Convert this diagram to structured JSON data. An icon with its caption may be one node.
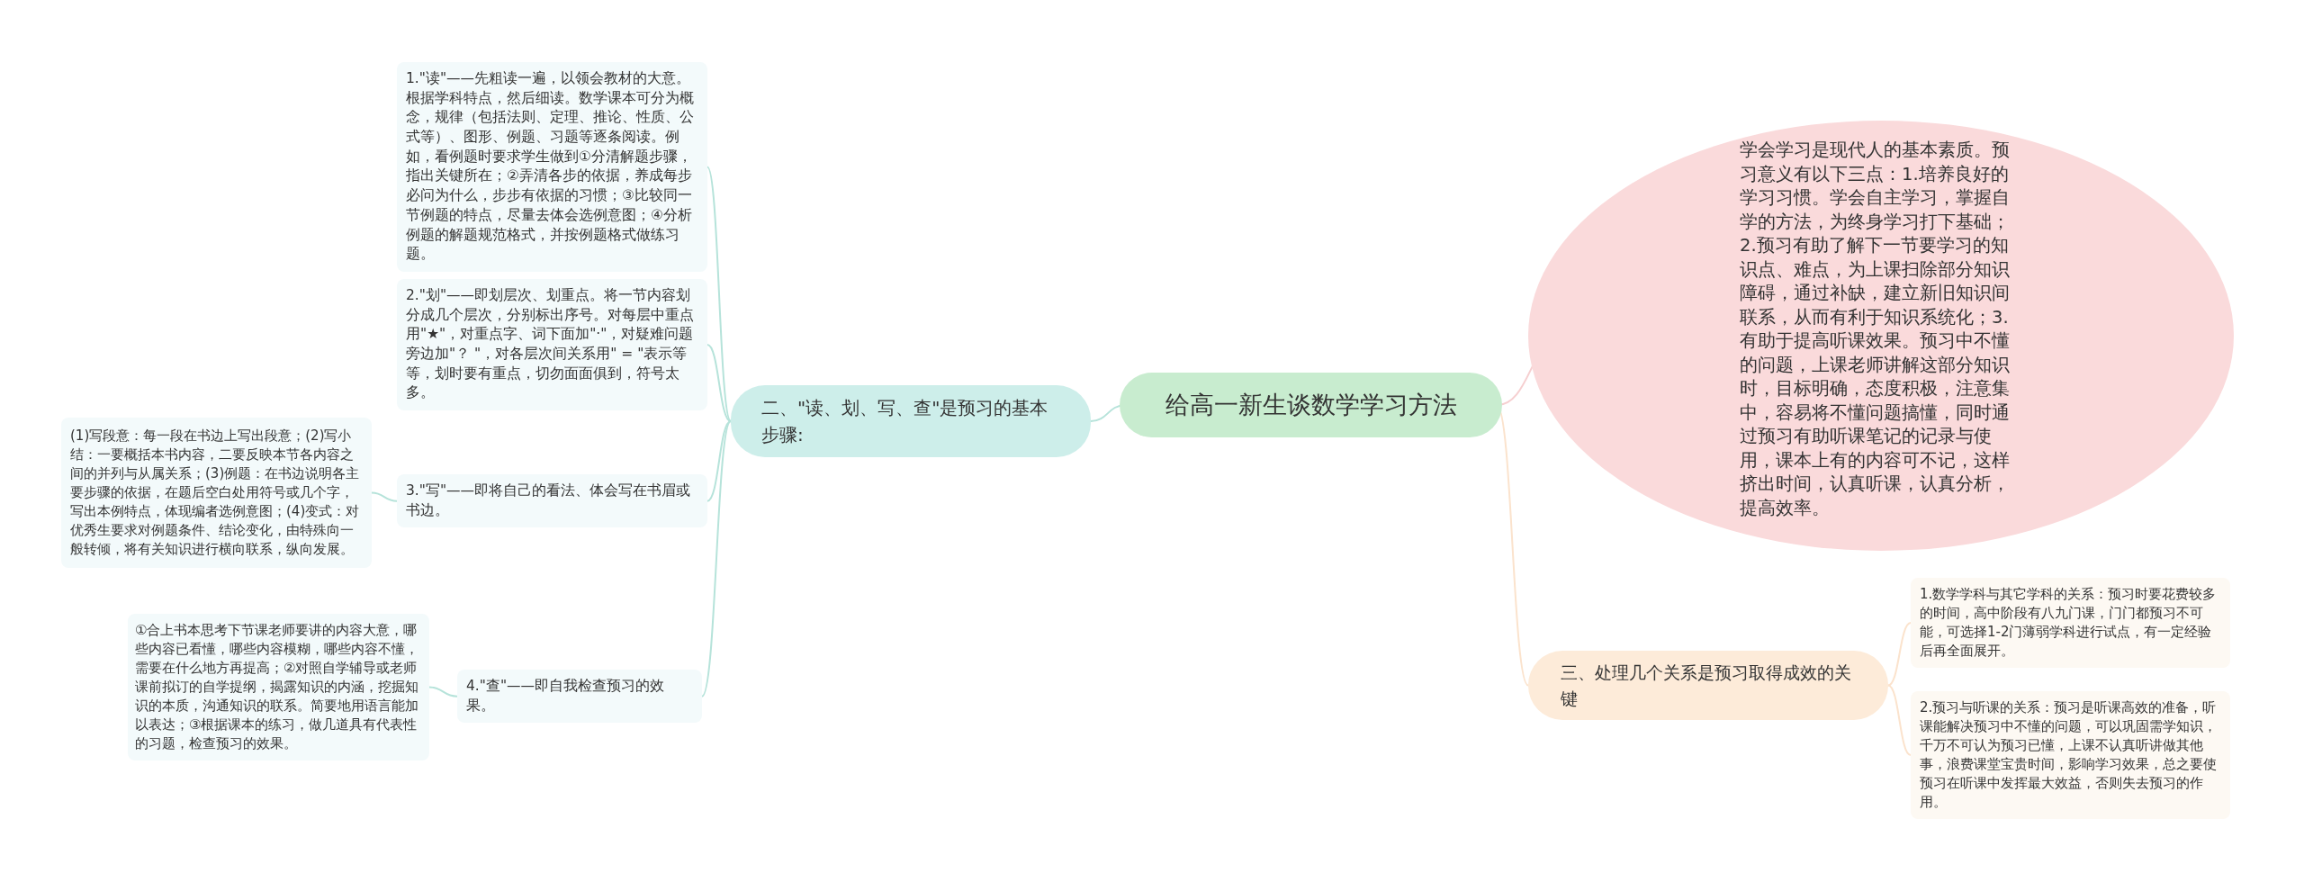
{
  "diagram": {
    "nodes": [
      {
        "text": [
          "给高一新生谈数学学习方法"
        ]
      },
      {
        "text": [
          "二、\"读、划、写、查\"是预习的基本步骤:"
        ]
      },
      {
        "text": [
          "1.\"读\"——先粗读一遍，以领会教材的大意。根据学科特点，然后细读。数学课本可分为概念，规律（包括法则、定理、推论、性质、公式等）、图形、例题、习题等逐条阅读。例如，看例题时要求学生做到①分清解题步骤，指出关键所在；②弄清各步的依据，养成每步必问为什么，步步有依据的习惯；③比较同一节例题的特点，尽量去体会选例意图；④分析例题的解题规范格式，并按例题格式做练习题。"
        ]
      },
      {
        "text": [
          "2.\"划\"——即划层次、划重点。将一节内容划分成几个层次，分别标出序号。对每层中重点用\"★\"，对重点字、词下面加\"·\"，对疑难问题旁边加\"？ \"，对各层次间关系用\" = \"表示等等，划时要有重点，切勿面面俱到，符号太多。"
        ]
      },
      {
        "text": [
          "3.\"写\"——即将自己的看法、体会写在书眉或书边。"
        ]
      },
      {
        "text": [
          "(1)写段意：每一段在书边上写出段意；(2)写小结：一要概括本书内容，二要反映本节各内容之间的并列与从属关系；(3)例题：在书边说明各主要步骤的依据，在题后空白处用符号或几个字，写出本例特点，体现编者选例意图；(4)变式：对优秀生要求对例题条件、结论变化，由特殊向一般转倾，将有关知识进行横向联系，纵向发展。"
        ]
      },
      {
        "text": [
          "4.\"查\"——即自我检查预习的效果。"
        ]
      },
      {
        "text": [
          "①合上书本思考下节课老师要讲的内容大意，哪些内容已看懂，哪些内容模糊，哪些内容不懂，需要在什么地方再提高；②对照自学辅导或老师课前拟订的自学提纲，揭露知识的内涵，挖掘知识的本质，沟通知识的联系。简要地用语言能加以表达；③根据课本的练习，做几道具有代表性的习题，检查预习的效果。"
        ]
      },
      {
        "text": [
          "学会学习是现代人的基本素质。预习意义有以下三点：1.培养良好的学习习惯。学会自主学习，掌握自学的方法，为终身学习打下基础；2.预习有助了解下一节要学习的知识点、难点，为上课扫除部分知识障碍，通过补缺，建立新旧知识间联系，从而有利于知识系统化；3.有助于提高听课效果。预习中不懂的问题，上课老师讲解这部分知识时，目标明确，态度积极，注意集中，容易将不懂问题搞懂，同时通过预习有助听课笔记的记录与使用，课本上有的内容可不记，这样挤出时间，认真听课，认真分析，提高效率。"
        ]
      },
      {
        "text": [
          "三、处理几个关系是预习取得成效的关键"
        ]
      },
      {
        "text": [
          "1.数学学科与其它学科的关系：预习时要花费较多的时间，高中阶段有八九门课，门门都预习不可能，可选择1-2门薄弱学科进行试点，有一定经验后再全面展开。"
        ]
      },
      {
        "text": [
          "2.预习与听课的关系：预习是听课高效的准备，听课能解决预习中不懂的问题，可以巩固需学知识，千万不可认为预习已懂，上课不认真听讲做其他事，浪费课堂宝贵时间，影响学习效果，总之要使预习在听课中发挥最大效益，否则失去预习的作用。"
        ]
      }
    ],
    "edges": [
      {
        "from": 0,
        "to": 1,
        "arrow": "none"
      },
      {
        "from": 1,
        "to": 2,
        "arrow": "none"
      },
      {
        "from": 1,
        "to": 3,
        "arrow": "none"
      },
      {
        "from": 1,
        "to": 4,
        "arrow": "none"
      },
      {
        "from": 4,
        "to": 5,
        "arrow": "none"
      },
      {
        "from": 1,
        "to": 6,
        "arrow": "none"
      },
      {
        "from": 6,
        "to": 7,
        "arrow": "none"
      },
      {
        "from": 0,
        "to": 8,
        "arrow": "none",
        "color": "#f6cfd0"
      },
      {
        "from": 0,
        "to": 9,
        "arrow": "none",
        "color": "#fbe3cd"
      },
      {
        "from": 9,
        "to": 10,
        "arrow": "none",
        "color": "#fbe3cd"
      },
      {
        "from": 9,
        "to": 11,
        "arrow": "none",
        "color": "#fbe3cd"
      }
    ]
  }
}
